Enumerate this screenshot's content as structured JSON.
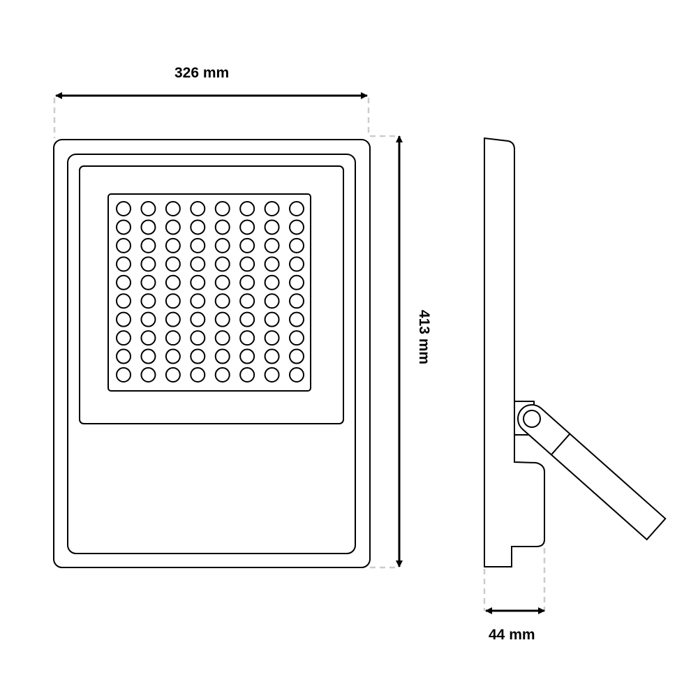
{
  "dimensions": {
    "width_label": "326 mm",
    "height_label": "413 mm",
    "depth_label": "44 mm"
  },
  "led_grid": {
    "columns": 8,
    "rows": 10
  },
  "colors": {
    "stroke": "#000000",
    "guide": "#cccccc"
  }
}
